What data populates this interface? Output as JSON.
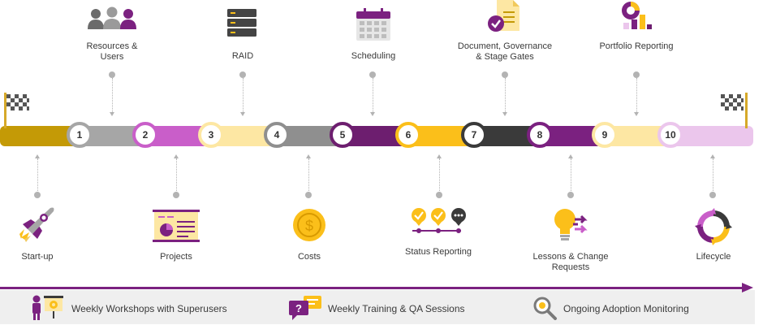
{
  "milestones": [
    {
      "num": "1"
    },
    {
      "num": "2"
    },
    {
      "num": "3"
    },
    {
      "num": "4"
    },
    {
      "num": "5"
    },
    {
      "num": "6"
    },
    {
      "num": "7"
    },
    {
      "num": "8"
    },
    {
      "num": "9"
    },
    {
      "num": "10"
    }
  ],
  "top_labels": {
    "resources_line1": "Resources &",
    "resources_line2": "Users",
    "raid": "RAID",
    "scheduling": "Scheduling",
    "document_line1": "Document, Governance",
    "document_line2": "& Stage Gates",
    "portfolio": "Portfolio Reporting"
  },
  "bottom_labels": {
    "startup": "Start-up",
    "projects": "Projects",
    "costs": "Costs",
    "status": "Status Reporting",
    "lessons_line1": "Lessons & Change",
    "lessons_line2": "Requests",
    "lifecycle": "Lifecycle"
  },
  "icons": {
    "cost_symbol": "$",
    "training_symbol": "?"
  },
  "footer": {
    "workshops": "Weekly Workshops with Superusers",
    "training": "Weekly Training & QA Sessions",
    "adoption": "Ongoing Adoption Monitoring"
  },
  "colors": {
    "gold": "#c49a06",
    "grey": "#a6a6a6",
    "magenta": "#c95ec9",
    "light_yellow": "#fde7a3",
    "dark_grey": "#8f8f8f",
    "dark_purple": "#6d1e6f",
    "yellow": "#fbbf1a",
    "charcoal": "#3a3a3a",
    "purple": "#7b2180",
    "lavender": "#ebc6ec"
  }
}
